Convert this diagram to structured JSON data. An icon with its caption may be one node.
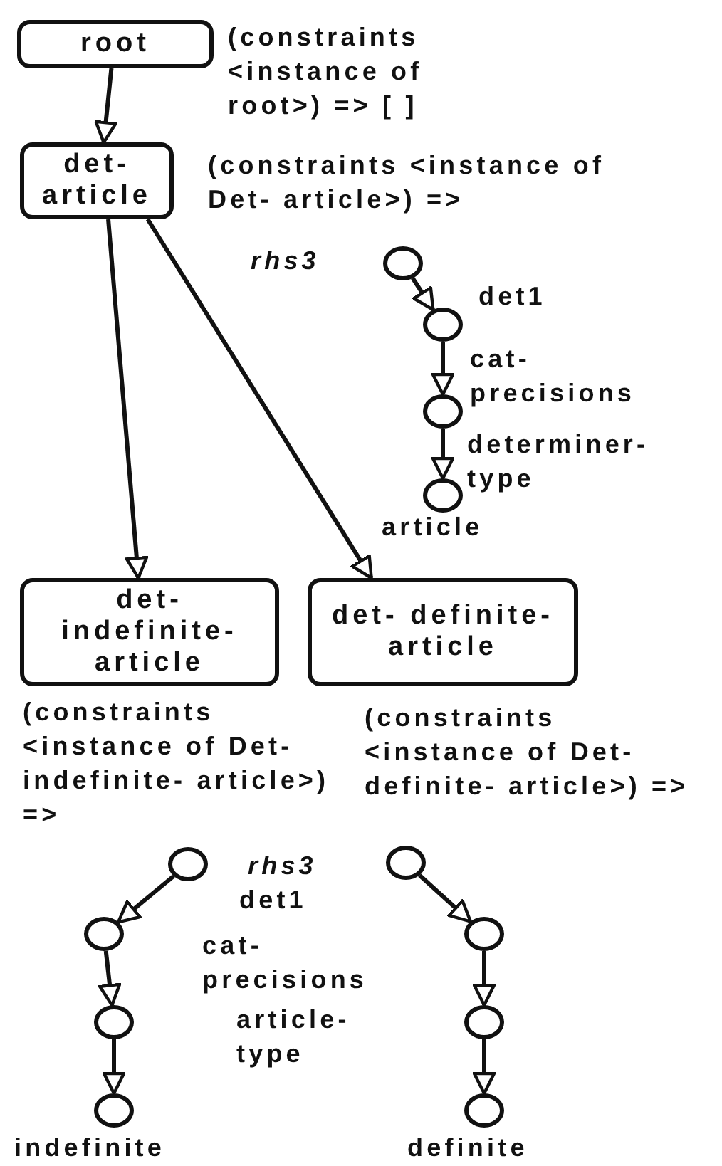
{
  "diagram": {
    "nodes": [
      {
        "text": [
          "root"
        ],
        "beside": [
          "(constraints <instance of root>) => [ ]"
        ]
      },
      {
        "text": [
          "det- article"
        ],
        "beside": [
          "(constraints <instance of Det- article>) =>"
        ]
      },
      {
        "text": [
          "det- indefinite- article"
        ],
        "beside": [
          "(constraints <instance of Det-indefinite- article>) =>"
        ]
      },
      {
        "text": [
          "det- definite- article"
        ],
        "beside": [
          "(constraints <instance of Det-definite- article>) =>"
        ]
      },
      {
        "text": [],
        "shape": "circle",
        "beside": [
          "rhs3"
        ]
      },
      {
        "text": [],
        "shape": "circle"
      },
      {
        "text": [],
        "shape": "circle"
      },
      {
        "text": [],
        "shape": "circle",
        "beside": [
          "article"
        ]
      },
      {
        "text": [],
        "shape": "circle"
      },
      {
        "text": [],
        "shape": "circle"
      },
      {
        "text": [],
        "shape": "circle"
      },
      {
        "text": [],
        "shape": "circle",
        "beside": [
          "indefinite"
        ]
      },
      {
        "text": [],
        "shape": "circle"
      },
      {
        "text": [],
        "shape": "circle"
      },
      {
        "text": [],
        "shape": "circle"
      },
      {
        "text": [],
        "shape": "circle",
        "beside": [
          "definite"
        ]
      }
    ],
    "edges": [
      {
        "from": 0,
        "to": 1,
        "arrow": "to"
      },
      {
        "from": 1,
        "to": 2,
        "arrow": "to"
      },
      {
        "from": 1,
        "to": 3,
        "arrow": "to"
      },
      {
        "from": 4,
        "to": 5,
        "arrow": "to",
        "label": "det1"
      },
      {
        "from": 5,
        "to": 6,
        "arrow": "to",
        "label": "cat- precisions"
      },
      {
        "from": 6,
        "to": 7,
        "arrow": "to",
        "label": "determiner- type"
      },
      {
        "from": 8,
        "to": 9,
        "arrow": "to"
      },
      {
        "from": 9,
        "to": 10,
        "arrow": "to"
      },
      {
        "from": 10,
        "to": 11,
        "arrow": "to"
      },
      {
        "from": 12,
        "to": 13,
        "arrow": "to"
      },
      {
        "from": 13,
        "to": 14,
        "arrow": "to"
      },
      {
        "from": 14,
        "to": 15,
        "arrow": "to"
      }
    ],
    "labels": [
      "rhs3",
      "det1",
      "cat- precisions",
      "article- type"
    ]
  }
}
